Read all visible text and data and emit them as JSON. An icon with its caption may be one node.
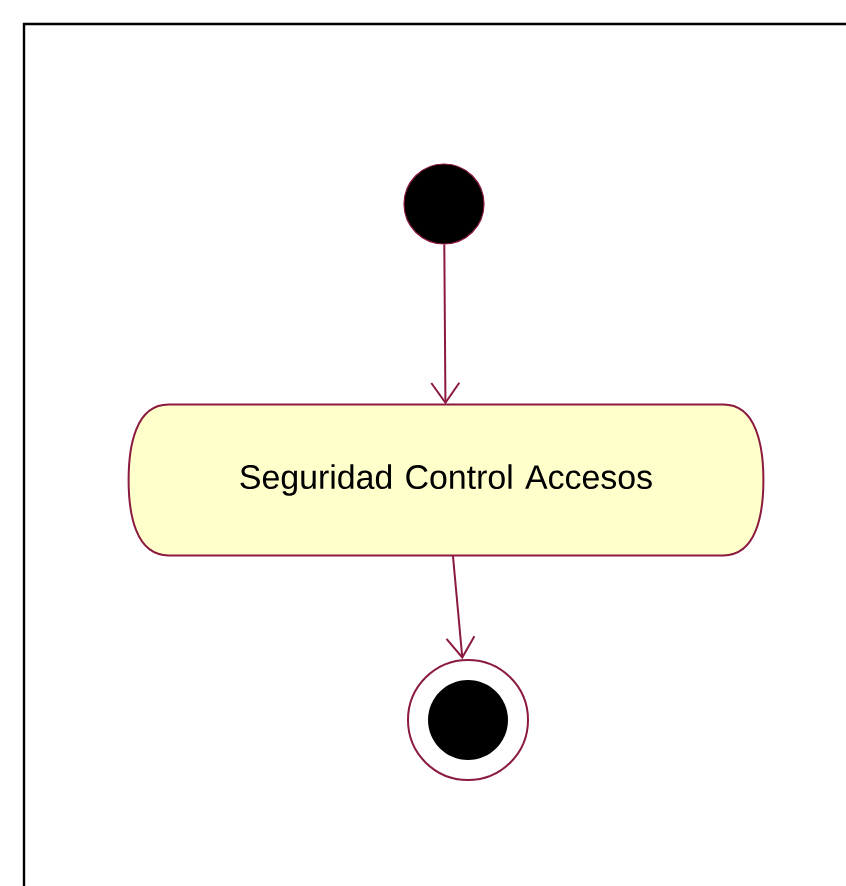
{
  "diagram": {
    "nodes": [
      {
        "text": [],
        "shape": "circle"
      },
      {
        "text": [
          "Seguridad Control Accesos"
        ]
      },
      {
        "text": [],
        "shape": "circle"
      }
    ],
    "edges": [
      {
        "from": 0,
        "to": 1,
        "arrow": "to"
      },
      {
        "from": 1,
        "to": 2,
        "arrow": "to"
      }
    ]
  }
}
